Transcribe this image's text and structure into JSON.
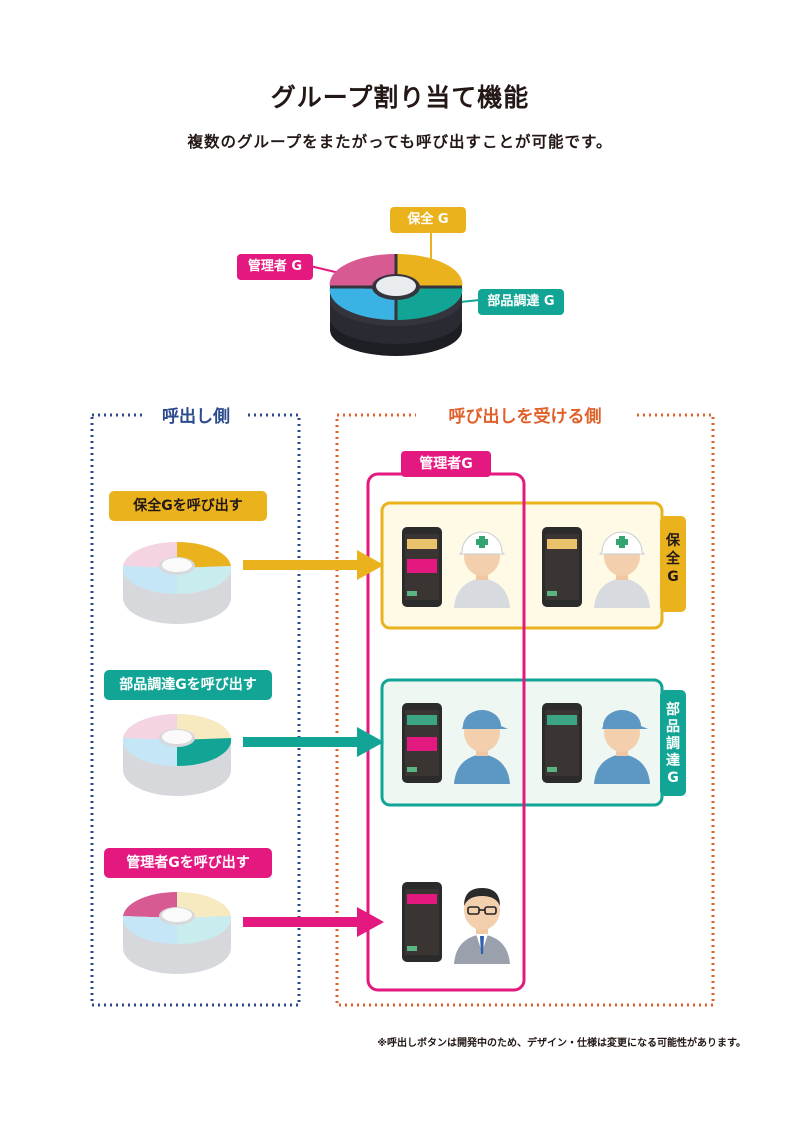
{
  "title": "グループ割り当て機能",
  "subtitle": "複数のグループをまたがっても呼び出すことが可能です。",
  "top_device": {
    "labels": {
      "hozen": "保全 G",
      "kanrisha": "管理者 G",
      "buhin": "部品調達 G"
    }
  },
  "caller_side": {
    "label": "呼出し側",
    "buttons": [
      {
        "label": "保全Gを呼び出す"
      },
      {
        "label": "部品調達Gを呼び出す"
      },
      {
        "label": "管理者Gを呼び出す"
      }
    ]
  },
  "receiver_side": {
    "label": "呼び出しを受ける側",
    "groups": {
      "kanrisha": "管理者G",
      "hozen": "保全G",
      "buhin": "部品調達G"
    }
  },
  "note": "※呼出しボタンは開発中のため、デザイン・仕様は変更になる可能性があります。",
  "colors": {
    "yellow": "#EAB31E",
    "teal": "#12A595",
    "magenta": "#E4197F",
    "navy": "#2C4B8E",
    "orange": "#E0602A",
    "pink": "#D85A93",
    "blue": "#3BB2E4"
  }
}
